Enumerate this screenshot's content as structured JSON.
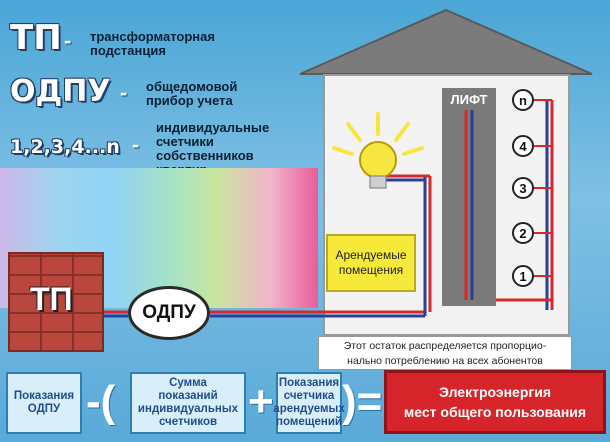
{
  "legend": [
    {
      "abbr": "ТП",
      "desc1": "трансформаторная",
      "desc2": "подстанция",
      "desc3": "",
      "desc4": ""
    },
    {
      "abbr": "ОДПУ",
      "desc1": "общедомовой",
      "desc2": "прибор учета",
      "desc3": "",
      "desc4": ""
    },
    {
      "abbr": "1,2,3,4...n",
      "desc1": "индивидуальные",
      "desc2": "счетчики",
      "desc3": "собственников",
      "desc4": "квартир"
    }
  ],
  "dash": "-",
  "substation_label": "ТП",
  "meter_label": "ОДПУ",
  "house": {
    "lift_label": "ЛИФТ",
    "rent_line1": "Арендуемые",
    "rent_line2": "помещения",
    "meters": [
      "n",
      "4",
      "3",
      "2",
      "1"
    ]
  },
  "note": {
    "line1": "Этот остаток распределяется пропорцио-",
    "line2": "нально потреблению на всех абонентов"
  },
  "formula": {
    "box1": [
      "Показания",
      "ОДПУ"
    ],
    "box2": [
      "Сумма",
      "показаний",
      "индивидуальных",
      "счетчиков"
    ],
    "box3": [
      "Показания",
      "счетчика",
      "арендуемых",
      "помещений"
    ],
    "op_minus": "-(",
    "op_plus": "+",
    "op_equals": ")=",
    "result_line1": "Электроэнергия",
    "result_line2": "мест общего пользования"
  },
  "colors": {
    "wire_red": "#d32a2a",
    "wire_blue": "#2a3f9a",
    "roof": "#7b7b7b",
    "bulb": "#f6e640"
  }
}
